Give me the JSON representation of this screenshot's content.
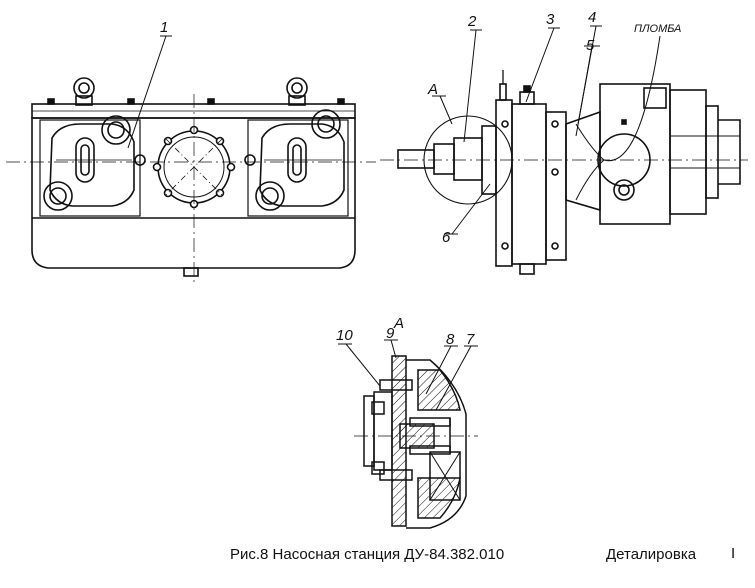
{
  "drawing": {
    "caption": "Рис.8 Насосная станция ДУ-84.382.010",
    "sheet_label": "Деталировка",
    "sheet_number": "I"
  },
  "callouts": {
    "c1": "1",
    "c2": "2",
    "c3": "3",
    "c4": "4",
    "c5": "5",
    "c6": "6",
    "c7": "7",
    "c8": "8",
    "c9": "9",
    "c10": "10"
  },
  "view_labels": {
    "a_top": "A",
    "a_detail": "A",
    "seal": "ПЛОМБА"
  }
}
